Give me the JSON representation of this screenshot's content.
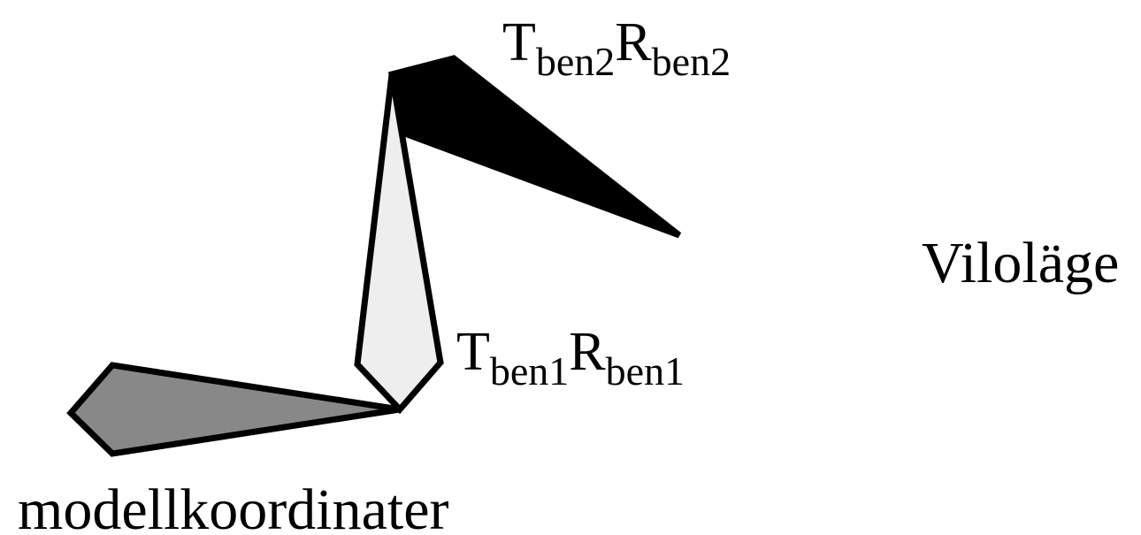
{
  "labels": {
    "model_coordinates": "modellkoordinater",
    "rest_pose": "Viloläge",
    "joint1": {
      "t": "T",
      "t_sub": "ben1",
      "r": "R",
      "r_sub": "ben1"
    },
    "joint2": {
      "t": "T",
      "t_sub": "ben2",
      "r": "R",
      "r_sub": "ben2"
    }
  },
  "colors": {
    "segment_base": "#888888",
    "segment_mid": "#eeeeee",
    "segment_top": "#000000",
    "outline": "#000000"
  }
}
